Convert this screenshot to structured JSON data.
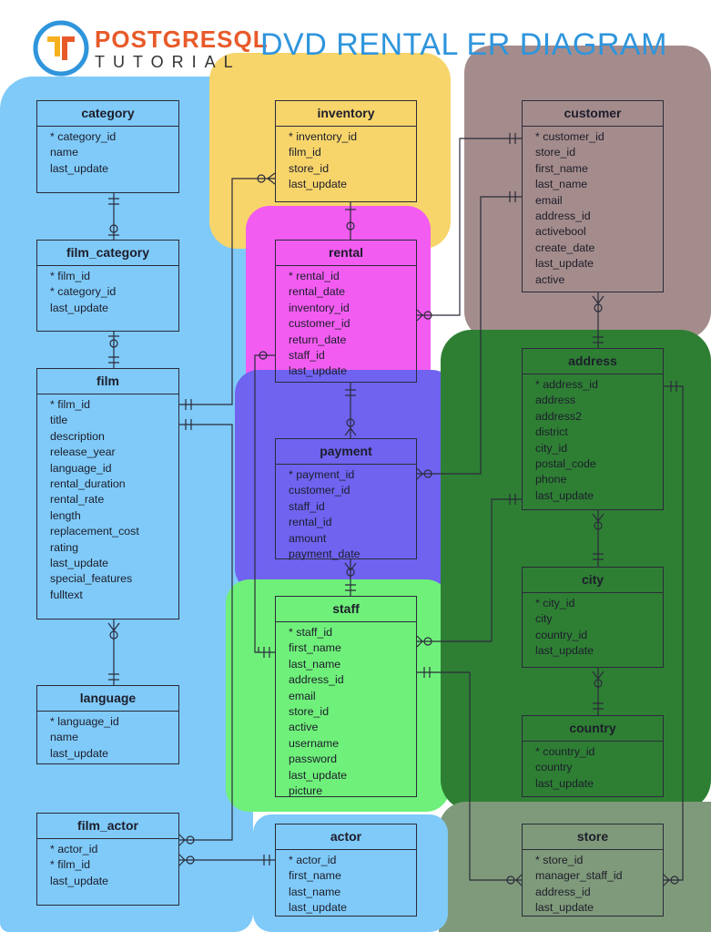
{
  "header": {
    "brand_name": "POSTGRESQL",
    "brand_sub": "TUTORIAL",
    "title": "DVD RENTAL ER DIAGRAM"
  },
  "entities": [
    {
      "id": "category",
      "name": "category",
      "fields": [
        "* category_id",
        "name",
        "last_update"
      ]
    },
    {
      "id": "film_category",
      "name": "film_category",
      "fields": [
        "* film_id",
        "* category_id",
        "last_update"
      ]
    },
    {
      "id": "film",
      "name": "film",
      "fields": [
        "* film_id",
        "title",
        "description",
        "release_year",
        "language_id",
        "rental_duration",
        "rental_rate",
        "length",
        "replacement_cost",
        "rating",
        "last_update",
        "special_features",
        "fulltext"
      ]
    },
    {
      "id": "language",
      "name": "language",
      "fields": [
        "* language_id",
        "name",
        "last_update"
      ]
    },
    {
      "id": "film_actor",
      "name": "film_actor",
      "fields": [
        "* actor_id",
        "* film_id",
        "last_update"
      ]
    },
    {
      "id": "inventory",
      "name": "inventory",
      "fields": [
        "* inventory_id",
        "film_id",
        "store_id",
        "last_update"
      ]
    },
    {
      "id": "rental",
      "name": "rental",
      "fields": [
        "* rental_id",
        "rental_date",
        "inventory_id",
        "customer_id",
        "return_date",
        "staff_id",
        "last_update"
      ]
    },
    {
      "id": "payment",
      "name": "payment",
      "fields": [
        "* payment_id",
        "customer_id",
        "staff_id",
        "rental_id",
        "amount",
        "payment_date"
      ]
    },
    {
      "id": "staff",
      "name": "staff",
      "fields": [
        "* staff_id",
        "first_name",
        "last_name",
        "address_id",
        "email",
        "store_id",
        "active",
        "username",
        "password",
        "last_update",
        "picture"
      ]
    },
    {
      "id": "actor",
      "name": "actor",
      "fields": [
        "* actor_id",
        "first_name",
        "last_name",
        "last_update"
      ]
    },
    {
      "id": "customer",
      "name": "customer",
      "fields": [
        "* customer_id",
        "store_id",
        "first_name",
        "last_name",
        "email",
        "address_id",
        "activebool",
        "create_date",
        "last_update",
        "active"
      ]
    },
    {
      "id": "address",
      "name": "address",
      "fields": [
        "* address_id",
        "address",
        "address2",
        "district",
        "city_id",
        "postal_code",
        "phone",
        "last_update"
      ]
    },
    {
      "id": "city",
      "name": "city",
      "fields": [
        "* city_id",
        "city",
        "country_id",
        "last_update"
      ]
    },
    {
      "id": "country",
      "name": "country",
      "fields": [
        "* country_id",
        "country",
        "last_update"
      ]
    },
    {
      "id": "store",
      "name": "store",
      "fields": [
        "* store_id",
        "manager_staff_id",
        "address_id",
        "last_update"
      ]
    }
  ],
  "colors": {
    "film_group": "#7fcaf8",
    "inventory_group": "#f7d56b",
    "rental_group": "#f25cf0",
    "payment_group": "#6f63f0",
    "staff_group": "#6ff07a",
    "customer_group": "#a48c8c",
    "address_group": "#2e7f34",
    "store_group": "#7f9a7a",
    "brand_orange": "#e85a2a",
    "brand_blue": "#2f95dc"
  }
}
